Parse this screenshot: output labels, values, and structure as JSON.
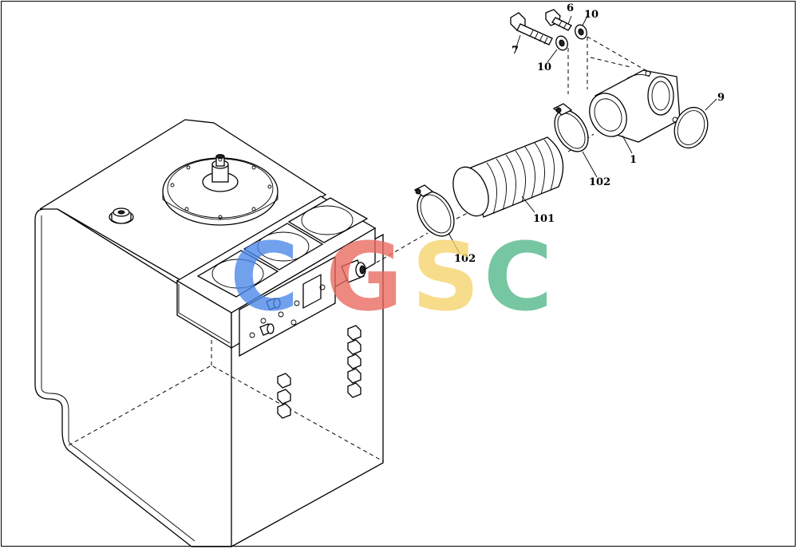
{
  "diagram": {
    "callouts": {
      "p1": "1",
      "p6": "6",
      "p7": "7",
      "p9": "9",
      "p10a": "10",
      "p10b": "10",
      "p101": "101",
      "p102a": "102",
      "p102b": "102"
    },
    "watermark": {
      "letters": [
        {
          "char": "C",
          "color": "#4a86e8"
        },
        {
          "char": "G",
          "color": "#e8695e"
        },
        {
          "char": "S",
          "color": "#f6d36b"
        },
        {
          "char": "C",
          "color": "#52b788"
        }
      ]
    }
  }
}
